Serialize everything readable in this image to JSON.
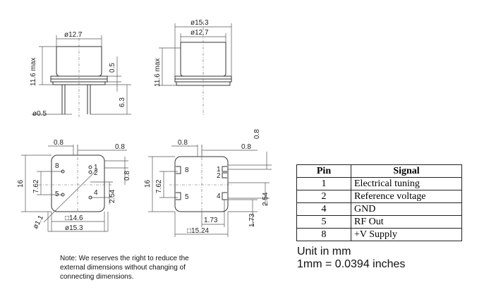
{
  "dimensions": {
    "d_cap_left": "ø12.7",
    "h_left": "11.6 max",
    "d_flange_gap": "0.5",
    "h_pin": "6.3",
    "d_pin": "ø0.5",
    "d_flange_right": "ø15.3",
    "d_cap_right": "ø12.7",
    "h_right": "11.6 max",
    "bl_top_a": "0.8",
    "bl_top_b": "0.8",
    "bl_side": "0.8",
    "bl_left_h": "16",
    "bl_pitch_v": "7.62",
    "bl_right_v": "2.54",
    "bl_hole": "ø1.1",
    "bl_sq": "□14.6",
    "bl_d": "ø15.3",
    "br_top_a": "0.8",
    "br_top_b": "0.8",
    "br_side_top": "0.8",
    "br_left_h": "16",
    "br_pitch_v": "7.62",
    "br_right_v": "2.54",
    "br_bottom_h": "1.73",
    "br_bottom_v": "1.73",
    "br_sq": "□15.24"
  },
  "pins_bl": {
    "p8": "8",
    "p1": "1",
    "p2": "2",
    "p5": "5",
    "p4": "4"
  },
  "pins_br": {
    "p8": "8",
    "p1": "1",
    "p2": "2",
    "p5": "5",
    "p4": "4"
  },
  "table": {
    "headers": [
      "Pin",
      "Signal"
    ],
    "rows": [
      {
        "pin": "1",
        "signal": "Electrical tuning"
      },
      {
        "pin": "2",
        "signal": "Reference voltage"
      },
      {
        "pin": "4",
        "signal": "GND"
      },
      {
        "pin": "5",
        "signal": "RF Out"
      },
      {
        "pin": "8",
        "signal": "+V Supply"
      }
    ]
  },
  "units": {
    "line1": "Unit in mm",
    "line2": "1mm = 0.0394 inches"
  },
  "note": {
    "line1": "Note: We reserves the right to reduce the",
    "line2": "external dimensions without changing of",
    "line3": "connecting dimensions."
  }
}
